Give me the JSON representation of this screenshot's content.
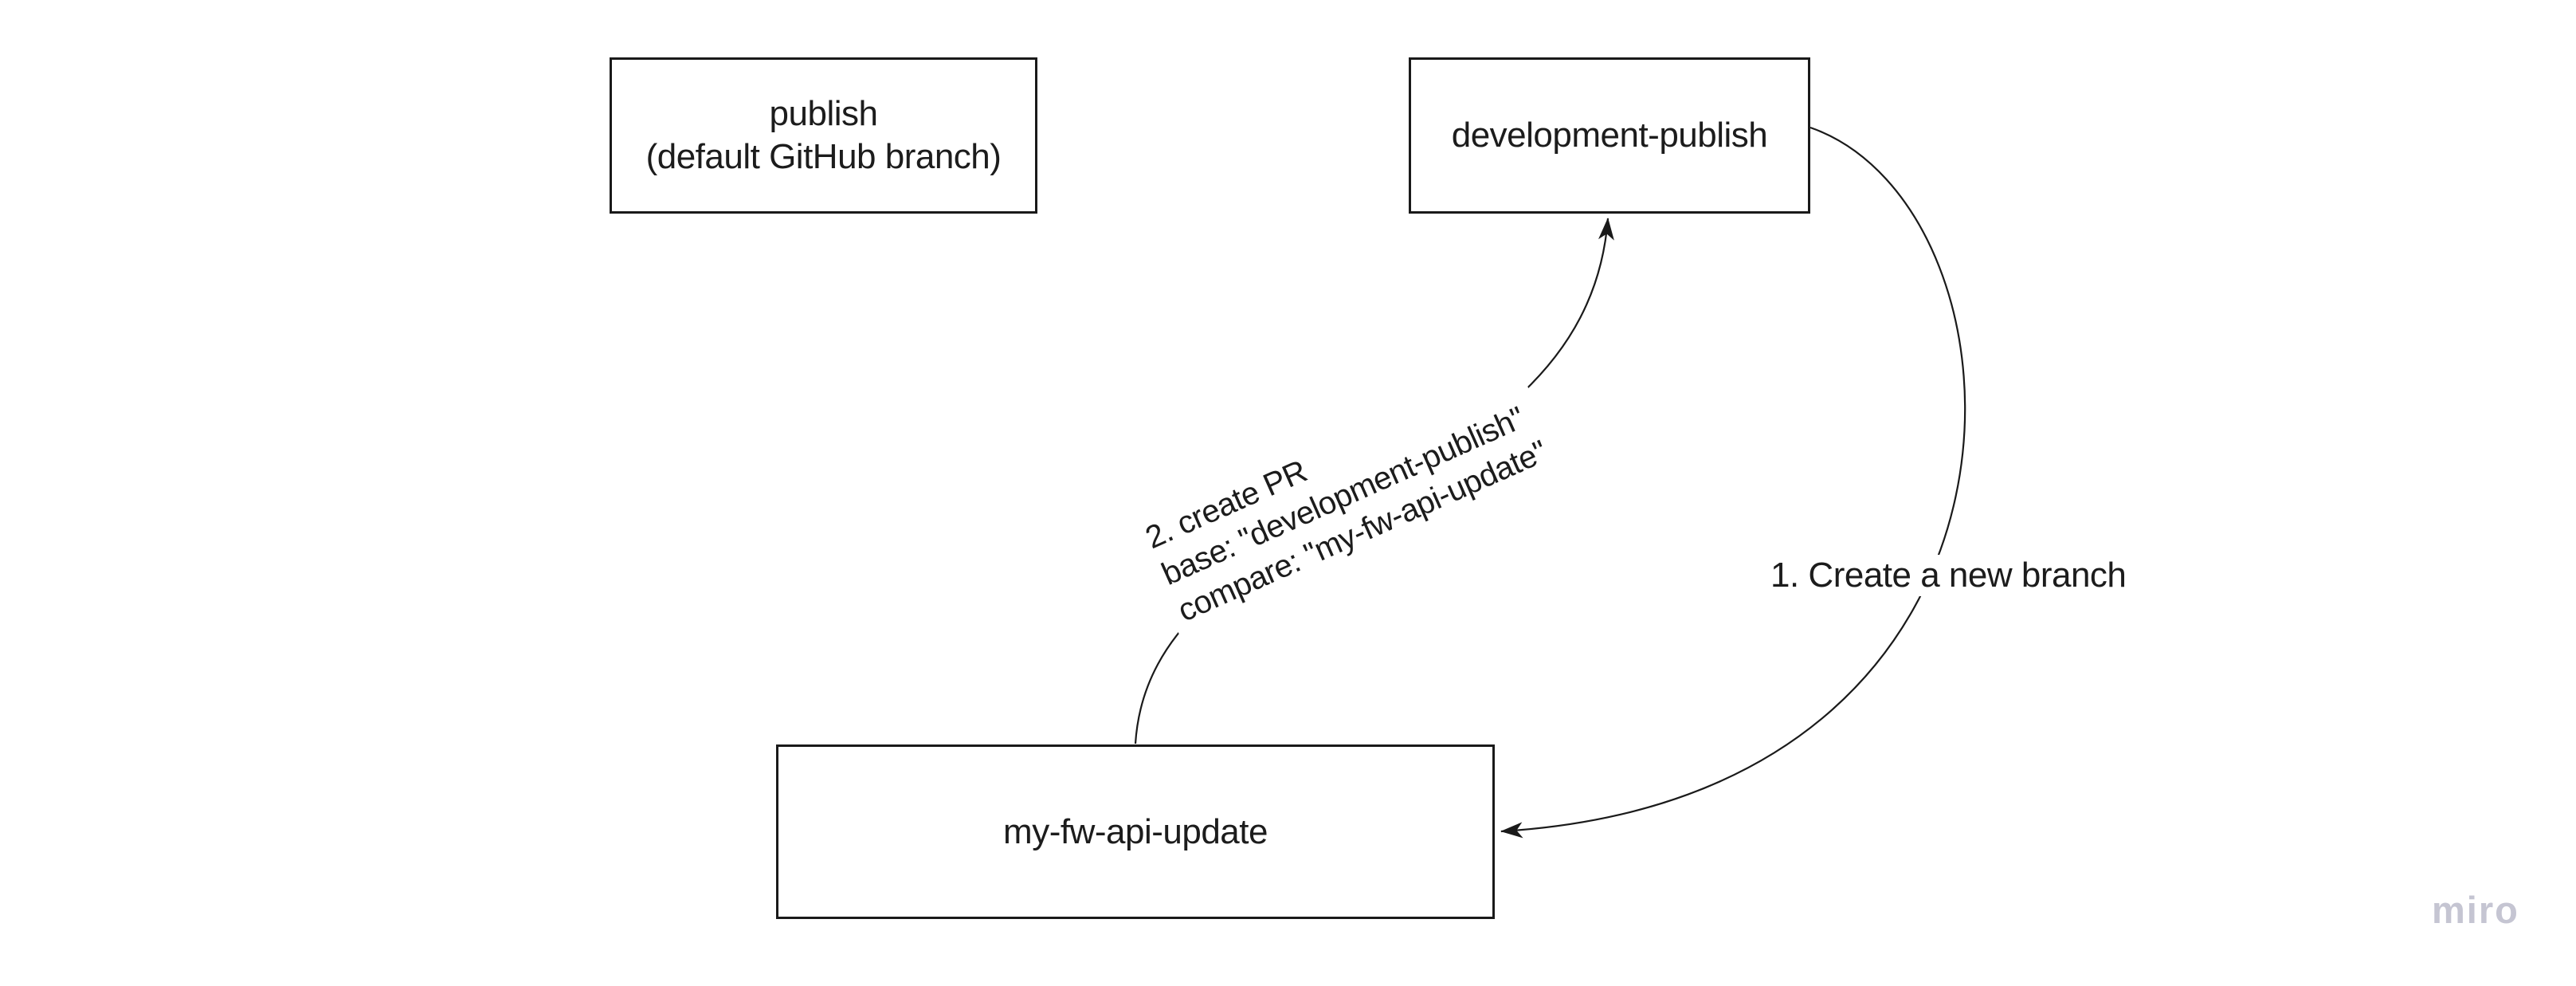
{
  "board": {
    "background": "#ffffff"
  },
  "nodes": [
    {
      "id": "publish",
      "lines": [
        "publish",
        "(default GitHub branch)"
      ]
    },
    {
      "id": "development-publish",
      "lines": [
        "development-publish"
      ]
    },
    {
      "id": "my-fw-api-update",
      "lines": [
        "my-fw-api-update"
      ]
    }
  ],
  "connectors": [
    {
      "id": "create-branch",
      "from": "development-publish",
      "to": "my-fw-api-update",
      "label": "1. Create a new branch",
      "arrowhead": "dart-filled"
    },
    {
      "id": "create-pr",
      "from": "my-fw-api-update",
      "to": "development-publish",
      "label_lines": [
        "2. create PR",
        "base: \"development-publish\"",
        "compare: \"my-fw-api-update\""
      ],
      "arrowhead": "dart-filled"
    }
  ],
  "watermark": {
    "text": "miro"
  },
  "colors": {
    "line": "#1a1a1a",
    "text": "#1c1c1c",
    "node_bg": "#ffffff",
    "watermark": "#c5c5d2"
  }
}
